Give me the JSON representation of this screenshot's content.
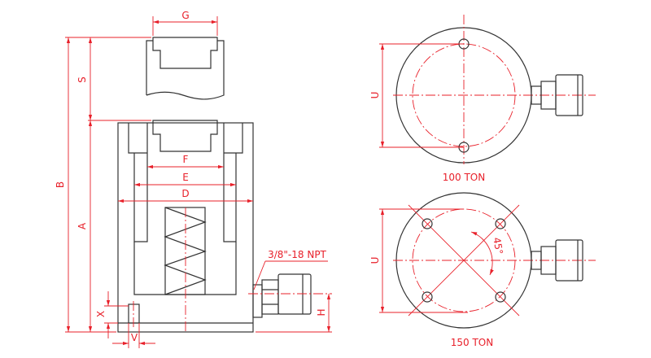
{
  "dimensions": {
    "G": "G",
    "F": "F",
    "E": "E",
    "D": "D",
    "B": "B",
    "S": "S",
    "A": "A",
    "X": "X",
    "V": "V",
    "H": "H",
    "U_top": "U",
    "U_bottom": "U"
  },
  "port_label": "3/8\"-18 NPT",
  "views": {
    "top_caption": "100 TON",
    "bottom_caption": "150 TON",
    "angle": "45°"
  },
  "colors": {
    "dimension": "#e8202a",
    "outline": "#333333"
  }
}
